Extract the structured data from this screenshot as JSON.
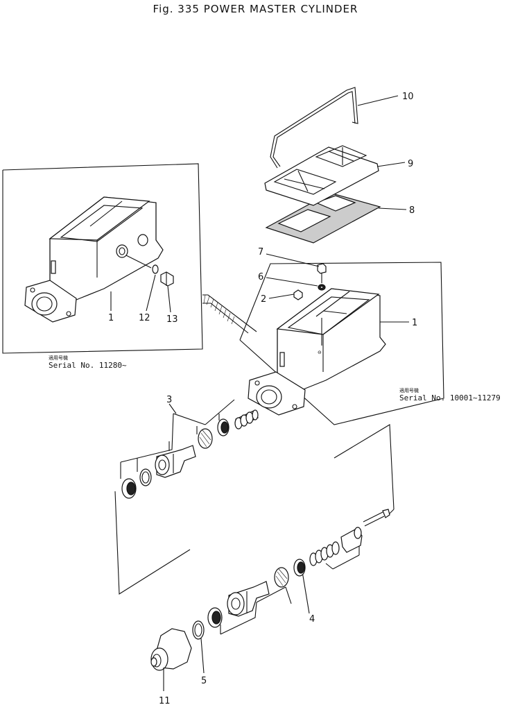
{
  "figure": {
    "title": "Fig. 335 POWER MASTER CYLINDER"
  },
  "callouts": {
    "c1": "1",
    "c2": "2",
    "c3": "3",
    "c4": "4",
    "c5": "5",
    "c6": "6",
    "c7": "7",
    "c8": "8",
    "c9": "9",
    "c10": "10",
    "c11": "11",
    "c12": "12",
    "c13": "13",
    "inset_part": "1"
  },
  "serials": {
    "inset_jp": "適用号機",
    "inset": "Serial No. 11280~",
    "main_jp": "適用号機",
    "main": "Serial No. 10001~11279"
  }
}
